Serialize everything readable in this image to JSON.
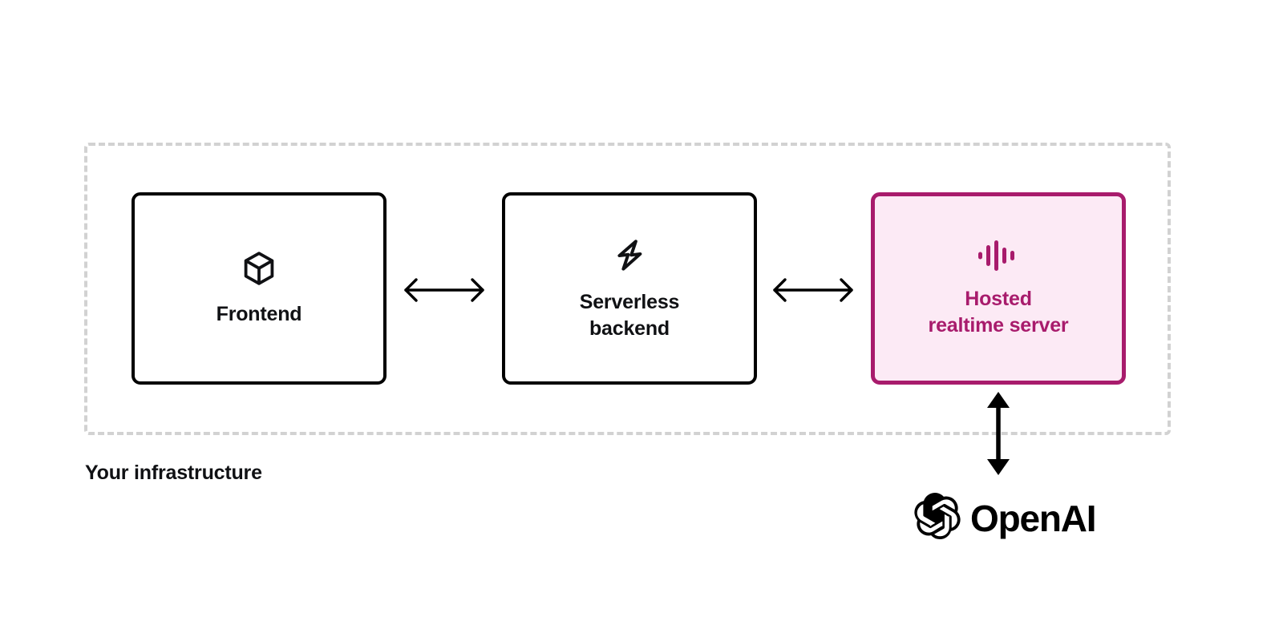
{
  "diagram": {
    "container": {
      "label": "Your infrastructure",
      "border_color": "#d2d2d2",
      "style": "dashed"
    },
    "nodes": [
      {
        "id": "frontend",
        "label": "Frontend",
        "icon": "cube-icon",
        "border_color": "#000000",
        "fill_color": "#ffffff",
        "text_color": "#101114"
      },
      {
        "id": "serverless-backend",
        "label": "Serverless\nbackend",
        "icon": "lightning-bolt-icon",
        "border_color": "#000000",
        "fill_color": "#ffffff",
        "text_color": "#101114"
      },
      {
        "id": "hosted-realtime-server",
        "label": "Hosted\nrealtime server",
        "icon": "audio-waveform-icon",
        "border_color": "#a81b6c",
        "fill_color": "#fceaf5",
        "text_color": "#a81b6c"
      }
    ],
    "connectors": [
      {
        "id": "frontend-backend",
        "from": "frontend",
        "to": "serverless-backend",
        "direction": "bidirectional",
        "orientation": "horizontal"
      },
      {
        "id": "backend-hosted",
        "from": "serverless-backend",
        "to": "hosted-realtime-server",
        "direction": "bidirectional",
        "orientation": "horizontal"
      },
      {
        "id": "hosted-openai",
        "from": "hosted-realtime-server",
        "to": "openai",
        "direction": "bidirectional",
        "orientation": "vertical"
      }
    ],
    "external": {
      "id": "openai",
      "wordmark": "OpenAI",
      "logo": "openai-blossom-icon",
      "color": "#000000"
    }
  }
}
